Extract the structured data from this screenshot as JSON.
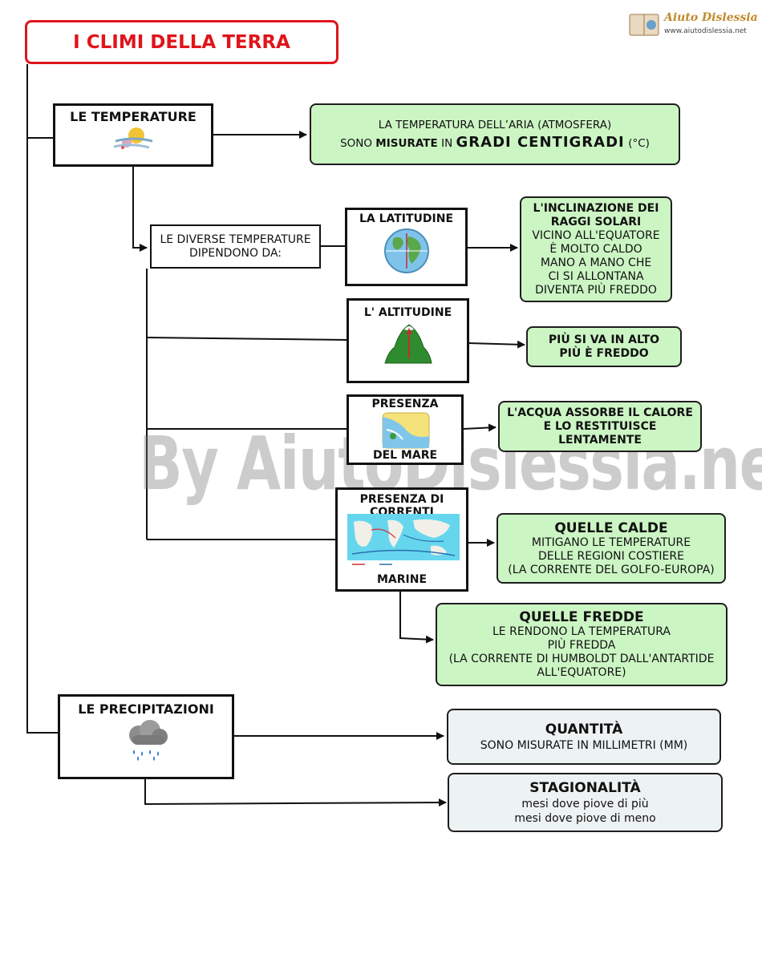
{
  "logo": {
    "brand": "Aiuto Dislessia",
    "url": "www.aiutodislessia.net"
  },
  "title": "I CLIMI DELLA TERRA",
  "watermark": "By AiutoDislessia.net",
  "temperature": {
    "label": "LE TEMPERATURE",
    "icon": "weather-sun-wind-icon",
    "definition": {
      "line1": "LA TEMPERATURA DELL’ARIA  (ATMOSFERA)",
      "line2_a": "SONO ",
      "line2_b": "MISURATE",
      "line2_c": " IN ",
      "line2_d": "GRADI  CENTIGRADI",
      "line2_e": " (°C)"
    },
    "depends": {
      "line1": "LE DIVERSE TEMPERATURE",
      "line2": "DIPENDONO DA:"
    },
    "factors": [
      {
        "label": "LA LATITUDINE",
        "icon": "globe-icon",
        "effect_title": [
          "L'INCLINAZIONE DEI",
          "RAGGI SOLARI"
        ],
        "effect_text": [
          "VICINO ALL'EQUATORE",
          "È MOLTO CALDO",
          "MANO A MANO CHE",
          "CI SI ALLONTANA",
          "DIVENTA PIÙ FREDDO"
        ]
      },
      {
        "label": "L' ALTITUDINE",
        "icon": "mountain-icon",
        "effect_title": [
          "PIÙ SI VA IN ALTO",
          "PIÙ È FREDDO"
        ]
      },
      {
        "label_top": "PRESENZA",
        "label_bottom": "DEL MARE",
        "icon": "sea-coast-icon",
        "effect_title": [
          "L'ACQUA ASSORBE IL CALORE",
          "E LO RESTITUISCE",
          "LENTAMENTE"
        ]
      },
      {
        "label_top": "PRESENZA  DI",
        "label_top2": "CORRENTI",
        "label_bottom": "MARINE",
        "icon": "ocean-currents-map-icon",
        "warm": {
          "title": "QUELLE CALDE",
          "text": [
            "MITIGANO  LE TEMPERATURE",
            "DELLE REGIONI COSTIERE",
            "(LA CORRENTE DEL GOLFO-EUROPA)"
          ]
        },
        "cold": {
          "title": "QUELLE FREDDE",
          "text": [
            "LE RENDONO LA TEMPERATURA",
            "PIÙ FREDDA",
            "(LA CORRENTE DI HUMBOLDT DALL'ANTARTIDE",
            "ALL'EQUATORE)"
          ]
        }
      }
    ]
  },
  "precipitation": {
    "label": "LE PRECIPITAZIONI",
    "icon": "rain-cloud-icon",
    "quantity": {
      "title": "QUANTITÀ",
      "text": "SONO MISURATE IN MILLIMETRI (MM)"
    },
    "seasonality": {
      "title": "STAGIONALITÀ",
      "text": [
        "mesi dove piove di più",
        "mesi dove piove di meno"
      ]
    }
  },
  "colors": {
    "title_red": "#e0141b",
    "green_box": "#ccf5c4",
    "grey_box": "#edf2f3"
  }
}
